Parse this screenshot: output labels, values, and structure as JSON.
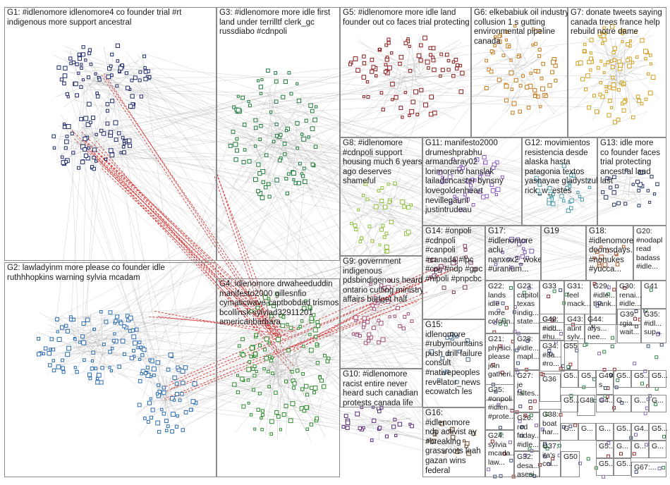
{
  "title": "",
  "groups": [
    {
      "id": "G1",
      "lines": [
        "G1: #idlenomore idlenomore4 co founder trial #rt",
        "indigenous more support ancestral"
      ]
    },
    {
      "id": "G2",
      "lines": [
        "G2: lawladyinm more please co founder idle",
        "ruthhhopkins warning sylvia mcadam"
      ]
    },
    {
      "id": "G3",
      "lines": [
        "G3: #idlenomore more idle first",
        "land under terrilltf clerk_gc",
        "russdiabo #cdnpoli"
      ]
    },
    {
      "id": "G4",
      "lines": [
        "G4: idlenomore drwaheeduddin",
        "manifesto2000 gillesnfio",
        "cymaticwave captbobdad trismos",
        "bcollinsk sylviad32911201",
        "americanbarbara"
      ]
    },
    {
      "id": "G5",
      "lines": [
        "G5: #idlenomore more idle land",
        "founder out co faces trial protecting"
      ]
    },
    {
      "id": "G6",
      "lines": [
        "G6: elkebabiuk oil industry",
        "collusion 1 s gutting",
        "environmental pipeline",
        "canada"
      ]
    },
    {
      "id": "G7",
      "lines": [
        "G7: donate tweets saying",
        "canada trees france help",
        "rebuild notre dame"
      ]
    },
    {
      "id": "G8",
      "lines": [
        "G8: #idlenomore",
        "#cdnpoli support",
        "housing much 6 years",
        "ago deserves",
        "shameful"
      ]
    },
    {
      "id": "G9",
      "lines": [
        "G9: government",
        "indigenous",
        "pdsbindigenous heard",
        "ontario cutting ministry",
        "affairs budget half"
      ]
    },
    {
      "id": "G10",
      "lines": [
        "G10: #idlenomore",
        "racist entire never",
        "heard such canadian",
        "protests canada life"
      ]
    },
    {
      "id": "G11",
      "lines": [
        "G11: manifesto2000",
        "drumeshprabhu",
        "armandaray02",
        "lorimoreno hanslak",
        "lailadoncaster bynsny",
        "lovegoldenheart",
        "nevillegaunt",
        "justintrudeau"
      ]
    },
    {
      "id": "G12",
      "lines": [
        "G12: movimientos",
        "resistencia desde",
        "alaska hasta",
        "patagonia textos",
        "yasnayae gladystzul",
        "rick_w_estes"
      ]
    },
    {
      "id": "G13",
      "lines": [
        "G13: idle more",
        "co founder faces",
        "trial protecting",
        "ancestral land",
        "last"
      ]
    },
    {
      "id": "G14",
      "lines": [
        "G14: #onpoli",
        "#cdnpoli",
        "#canpoli",
        "#canada #lpc",
        "#cpc #ndp #gpc",
        "#nlpoli #pnpcbc"
      ]
    },
    {
      "id": "G15",
      "lines": [
        "G15:",
        "idlenomore",
        "#rubymountains",
        "push drill failure",
        "consult",
        "#nativepeoples",
        "revelator_news",
        "ecowatch les"
      ]
    },
    {
      "id": "G16",
      "lines": [
        "G16:",
        "#idlenomore",
        "ndp activist ay",
        "#breaking",
        "grassroots leah",
        "gazan wins",
        "federal"
      ]
    },
    {
      "id": "G17",
      "lines": [
        "G17:",
        "#idlenomore",
        "aclu",
        "nanxox2_woke",
        "#uranium..."
      ]
    },
    {
      "id": "G18",
      "lines": [
        "G18:",
        "#idlenomore",
        "doomsdays...",
        "#nonukes",
        "#yucca..."
      ]
    },
    {
      "id": "G19",
      "lines": [
        "G19"
      ]
    },
    {
      "id": "G20",
      "lines": [
        "G20:",
        "#nodapl",
        "read",
        "badass",
        "#idle..."
      ]
    },
    {
      "id": "G21",
      "lines": [
        "G21:",
        "physici...",
        "please",
        "join",
        "gatheri..."
      ]
    },
    {
      "id": "G22",
      "lines": [
        "G22:",
        "lands",
        "idle",
        "more",
        "cofoun..."
      ]
    },
    {
      "id": "G23",
      "lines": [
        "G23:",
        "capitol",
        "texas",
        "indig...",
        "state..."
      ]
    },
    {
      "id": "G24",
      "lines": [
        "G24:",
        "sylvia",
        "mcada...",
        "law..."
      ]
    },
    {
      "id": "G25",
      "lines": [
        "G25:",
        "#onpoli",
        "#idlen...",
        "#prote..."
      ]
    },
    {
      "id": "G26",
      "lines": [
        "G26:",
        "red",
        "friday...",
        "#idle..."
      ]
    },
    {
      "id": "G27",
      "lines": [
        "G27:",
        "je",
        "faites..."
      ]
    },
    {
      "id": "G28",
      "lines": [
        "G28:",
        "#idle...",
        "mapl..."
      ]
    },
    {
      "id": "G29",
      "lines": [
        "G29:",
        "#idle...",
        "thank..."
      ]
    },
    {
      "id": "G30",
      "lines": [
        "G30:",
        "renai...",
        "#idle..."
      ]
    },
    {
      "id": "G31",
      "lines": [
        "G31:",
        "feel",
        "mack..."
      ]
    },
    {
      "id": "G32",
      "lines": [
        "G32:",
        "desa...",
        "asesi..."
      ]
    },
    {
      "id": "G33",
      "lines": [
        "G33"
      ]
    },
    {
      "id": "G34",
      "lines": [
        "G34:",
        "#8a...",
        "#ro..."
      ]
    },
    {
      "id": "G35",
      "lines": [
        "G35:",
        "#idl...",
        "sup..."
      ]
    },
    {
      "id": "G36",
      "lines": [
        "G36"
      ]
    },
    {
      "id": "G37",
      "lines": [
        "G37:",
        "ita's",
        "col..."
      ]
    },
    {
      "id": "G38",
      "lines": [
        "G38:",
        "boat",
        "har..."
      ]
    },
    {
      "id": "G39",
      "lines": [
        "G39:",
        "rgia...",
        "wait..."
      ]
    },
    {
      "id": "G40",
      "lines": [
        "G40:",
        "#idl...",
        "#hu..."
      ]
    },
    {
      "id": "G41",
      "lines": [
        "G41"
      ]
    },
    {
      "id": "G42",
      "lines": [
        "G42:",
        "#ind..."
      ]
    },
    {
      "id": "G43",
      "lines": [
        "G43:",
        "aunt",
        "sylv..."
      ]
    },
    {
      "id": "G44",
      "lines": [
        "G44:",
        "alys...",
        "nee..."
      ]
    },
    {
      "id": "G48",
      "lines": [
        "G48"
      ]
    },
    {
      "id": "G49",
      "lines": [
        "G49:",
        "s..."
      ]
    },
    {
      "id": "G50",
      "lines": [
        "G50"
      ]
    },
    {
      "id": "G55",
      "lines": [
        "G55"
      ]
    },
    {
      "id": "G67",
      "lines": [
        "G67:..."
      ]
    }
  ],
  "tiny_labels": [
    "G5...",
    "G5...",
    "G4...",
    "G5...",
    "G5...",
    "G5...",
    "G5...",
    "G...",
    "G...",
    "G...",
    "G...",
    "G...",
    "G...",
    "G5...",
    "G4...",
    "G5...",
    "G5...",
    "G...",
    "G...",
    "G...",
    "G5...",
    "G5..."
  ]
}
